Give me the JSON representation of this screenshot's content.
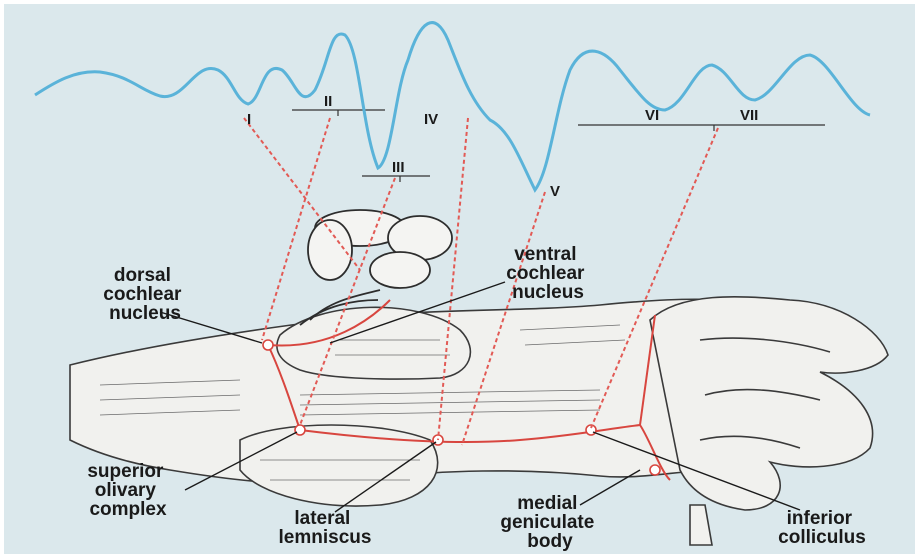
{
  "waves": [
    "I",
    "II",
    "III",
    "IV",
    "V",
    "VI",
    "VII"
  ],
  "structures": {
    "dorsal": [
      "dorsal",
      "cochlear",
      "nucleus"
    ],
    "ventral": [
      "ventral",
      "cochlear",
      "nucleus"
    ],
    "superior": [
      "superior",
      "olivary",
      "complex"
    ],
    "lateral": [
      "lateral",
      "lemniscus"
    ],
    "medial": [
      "medial",
      "geniculate",
      "body"
    ],
    "inferior": [
      "inferior",
      "colliculus"
    ]
  },
  "colors": {
    "background": "#dbe8ec",
    "waveform": "#5ab3d9",
    "pathway": "#d8463f",
    "text": "#1a1a1a"
  }
}
